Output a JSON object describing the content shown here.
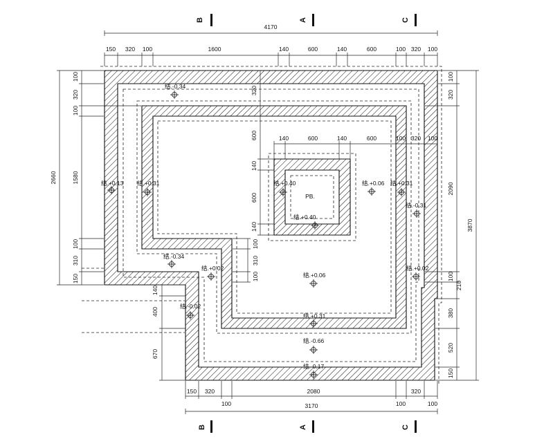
{
  "dimensions": {
    "top_total": "4170",
    "top_parts": [
      "150",
      "320",
      "100",
      "1600",
      "140",
      "600",
      "140",
      "600",
      "100",
      "320",
      "100"
    ],
    "left_total": "2660",
    "left_parts": [
      "100",
      "320",
      "100",
      "1580",
      "100",
      "310",
      "150"
    ],
    "right_total": "3870",
    "right_upper": "2090",
    "right_parts": [
      "100",
      "320",
      "210",
      "100",
      "380",
      "520",
      "150"
    ],
    "bottom_total": "3170",
    "bottom_parts": [
      "150",
      "320",
      "100",
      "2080",
      "100",
      "320",
      "100"
    ],
    "inner_top_parts": [
      "140",
      "600",
      "140",
      "600",
      "100",
      "320",
      "100"
    ],
    "inner_vertical": [
      "320",
      "600",
      "140",
      "600",
      "140"
    ],
    "step_parts": [
      "100",
      "310",
      "100"
    ],
    "lower_left_parts": [
      "140",
      "400",
      "670"
    ]
  },
  "axes": {
    "top": [
      "B",
      "A",
      "C"
    ],
    "bottom": [
      "B",
      "A",
      "C"
    ]
  },
  "pit_label": "PB.",
  "elevations": [
    "结.-0.34",
    "结.+0.13",
    "结.+0.31",
    "结.+0.40",
    "结.+0.06",
    "结.+0.31",
    "结.-0.31",
    "结.+0.40",
    "结.-0.34",
    "结.+0.02",
    "结.+0.02",
    "结.+0.06",
    "结.-0.02",
    "结.+0.31",
    "结.-0.66",
    "结.-0.17"
  ]
}
